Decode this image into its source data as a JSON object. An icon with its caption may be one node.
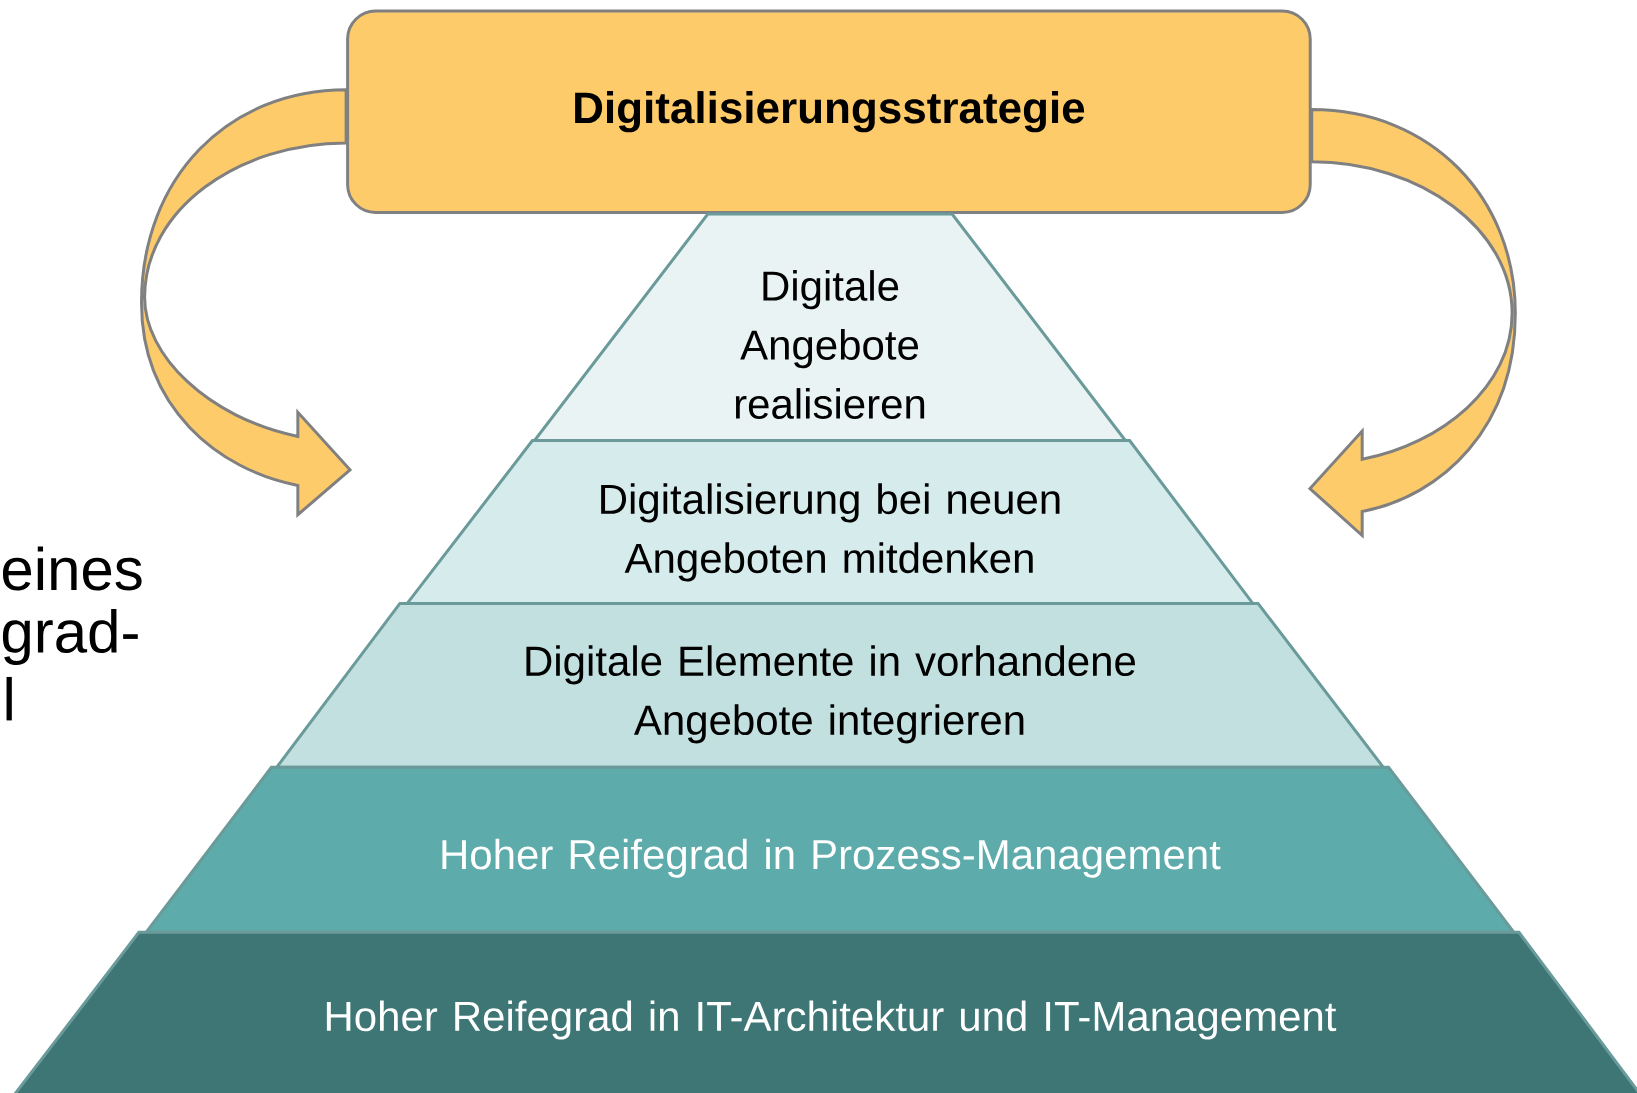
{
  "diagram": {
    "nodes": [
      {
        "text": [
          "Digitalisierungsstrategie"
        ]
      },
      {
        "text": [
          "Digitale Angebote realisieren"
        ]
      },
      {
        "text": [
          "Digitalisierung bei neuen Angeboten mitdenken"
        ]
      },
      {
        "text": [
          "Digitale Elemente in vorhandene Angebote integrieren"
        ]
      },
      {
        "text": [
          "Hoher Reifegrad in Prozess-Management"
        ]
      },
      {
        "text": [
          "Hoher Reifegrad in IT-Architektur und IT-Management"
        ]
      }
    ],
    "edges": [
      {
        "from": 0,
        "to": 2,
        "arrow": "to"
      },
      {
        "from": 0,
        "to": 2,
        "arrow": "to"
      }
    ],
    "labels": [
      "eines",
      "grad-",
      "l"
    ]
  }
}
